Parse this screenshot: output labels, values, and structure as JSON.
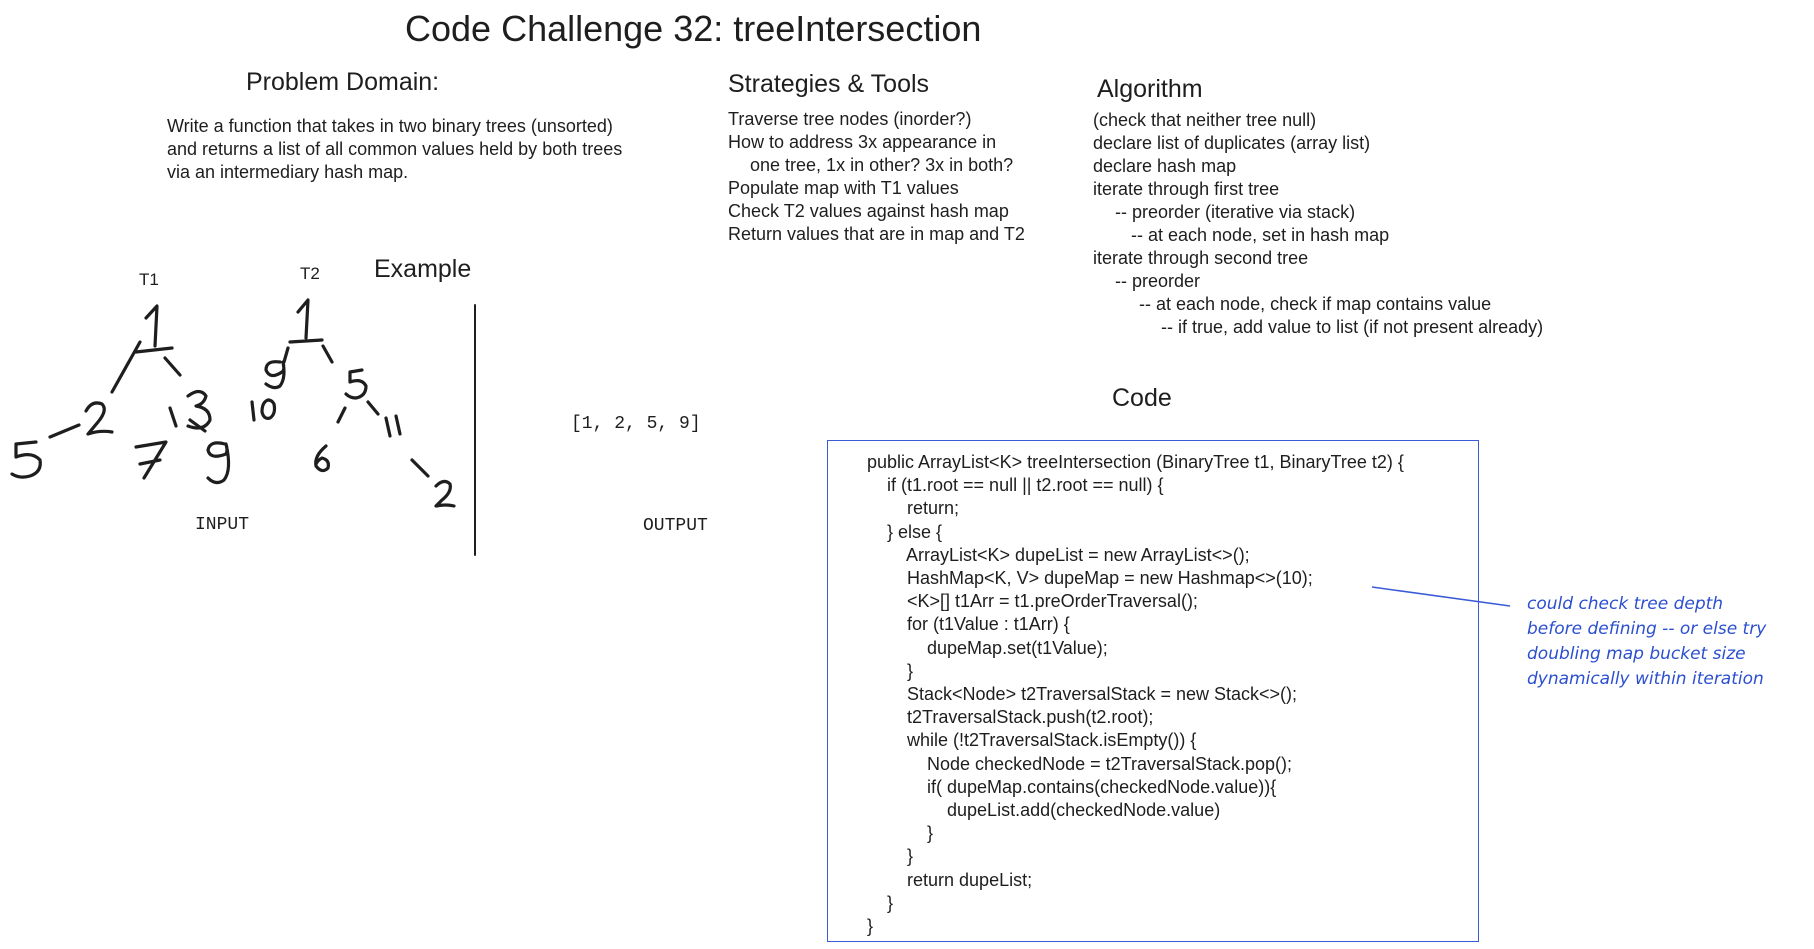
{
  "title": "Code Challenge 32: treeIntersection",
  "problem": {
    "heading": "Problem Domain:",
    "lines": [
      "Write a function that takes in two binary trees (unsorted)",
      "and returns a list of all common values held by both trees",
      "via an intermediary hash map."
    ]
  },
  "strategies": {
    "heading": "Strategies & Tools",
    "lines": [
      "Traverse tree nodes (inorder?)",
      "How to address 3x appearance in",
      "one tree, 1x in other? 3x in both?",
      "Populate map with T1 values",
      "Check T2 values against hash map",
      "Return values that are in map and T2"
    ]
  },
  "algorithm": {
    "heading": "Algorithm",
    "lines": [
      "(check that neither tree null)",
      "declare list of duplicates (array list)",
      "declare hash map",
      "iterate through first tree",
      "-- preorder (iterative via stack)",
      "-- at each node, set in hash map",
      "iterate through second tree",
      "-- preorder",
      "-- at each node, check if map contains value",
      "-- if true, add value to list (if not present already)"
    ]
  },
  "example": {
    "heading": "Example",
    "t1_label": "T1",
    "t2_label": "T2",
    "t1_nodes": [
      "1",
      "2",
      "3",
      "5",
      "7",
      "9"
    ],
    "t2_nodes": [
      "1",
      "9",
      "5",
      "10",
      "6",
      "11",
      "2"
    ],
    "input_label": "INPUT",
    "output_value": "[1, 2, 5, 9]",
    "output_label": "OUTPUT"
  },
  "code": {
    "heading": "Code",
    "lines": [
      "public ArrayList<K> treeIntersection (BinaryTree t1, BinaryTree t2) {",
      "    if (t1.root == null || t2.root == null) {",
      "        return;",
      "    } else {",
      "        ArrayList<K> dupeList = new ArrayList<>();",
      "        HashMap<K, V> dupeMap = new Hashmap<>(10);",
      "        <K>[] t1Arr = t1.preOrderTraversal();",
      "        for (t1Value : t1Arr) {",
      "            dupeMap.set(t1Value);",
      "        }",
      "        Stack<Node> t2TraversalStack = new Stack<>();",
      "        t2TraversalStack.push(t2.root);",
      "        while (!t2TraversalStack.isEmpty()) {",
      "            Node checkedNode = t2TraversalStack.pop();",
      "            if( dupeMap.contains(checkedNode.value)){",
      "                dupeList.add(checkedNode.value)",
      "            }",
      "        }",
      "        return dupeList;",
      "    }",
      "}"
    ]
  },
  "note": {
    "lines": [
      "could check tree depth",
      "before defining -- or else try",
      "doubling map bucket size",
      "dynamically within iteration"
    ]
  },
  "colors": {
    "ink": "#1e1e1e",
    "accent_blue": "#3b5bd6"
  }
}
